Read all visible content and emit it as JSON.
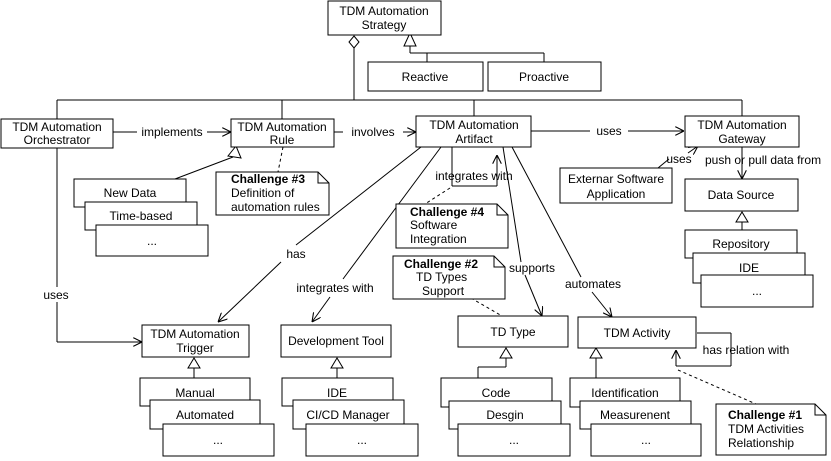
{
  "strategy": {
    "title1": "TDM Automation",
    "title2": "Strategy",
    "reactive": "Reactive",
    "proactive": "Proactive"
  },
  "orchestrator": {
    "line1": "TDM Automation",
    "line2": "Orchestrator"
  },
  "rule": {
    "line1": "TDM Automation",
    "line2": "Rule"
  },
  "artifact": {
    "line1": "TDM Automation",
    "line2": "Artifact"
  },
  "gateway": {
    "line1": "TDM Automation",
    "line2": "Gateway"
  },
  "rule_types": [
    "New Data",
    "Time-based",
    "..."
  ],
  "external_app": {
    "line1": "Externar Software",
    "line2": "Application"
  },
  "data_source": {
    "title": "Data Source",
    "items": [
      "Repository",
      "IDE",
      "..."
    ]
  },
  "trigger": {
    "line1": "TDM Automation",
    "line2": "Trigger",
    "items": [
      "Manual",
      "Automated",
      "..."
    ]
  },
  "dev_tool": {
    "title": "Development Tool",
    "items": [
      "IDE",
      "CI/CD Manager",
      "..."
    ]
  },
  "td_type": {
    "title": "TD Type",
    "items": [
      "Code",
      "Desgin",
      "..."
    ]
  },
  "activity": {
    "title": "TDM Activity",
    "items": [
      "Identification",
      "Measurenent",
      "..."
    ]
  },
  "challenges": {
    "c1": {
      "title": "Challenge #1",
      "line1": "TDM Activities",
      "line2": "Relationship"
    },
    "c2": {
      "title": "Challenge #2",
      "line1": "TD Types",
      "line2": "Support"
    },
    "c3": {
      "title": "Challenge #3",
      "line1": "Definition of",
      "line2": "automation rules"
    },
    "c4": {
      "title": "Challenge #4",
      "line1": "Software",
      "line2": "Integration"
    }
  },
  "relations": {
    "implements": "implements",
    "involves": "involves",
    "uses_gateway": "uses",
    "uses_external": "uses",
    "push_pull": "push or pull data from",
    "integrates_with_top": "integrates with",
    "has": "has",
    "integrates_with": "integrates with",
    "supports": "supports",
    "automates": "automates",
    "uses_trigger": "uses",
    "has_relation_with": "has relation with"
  }
}
